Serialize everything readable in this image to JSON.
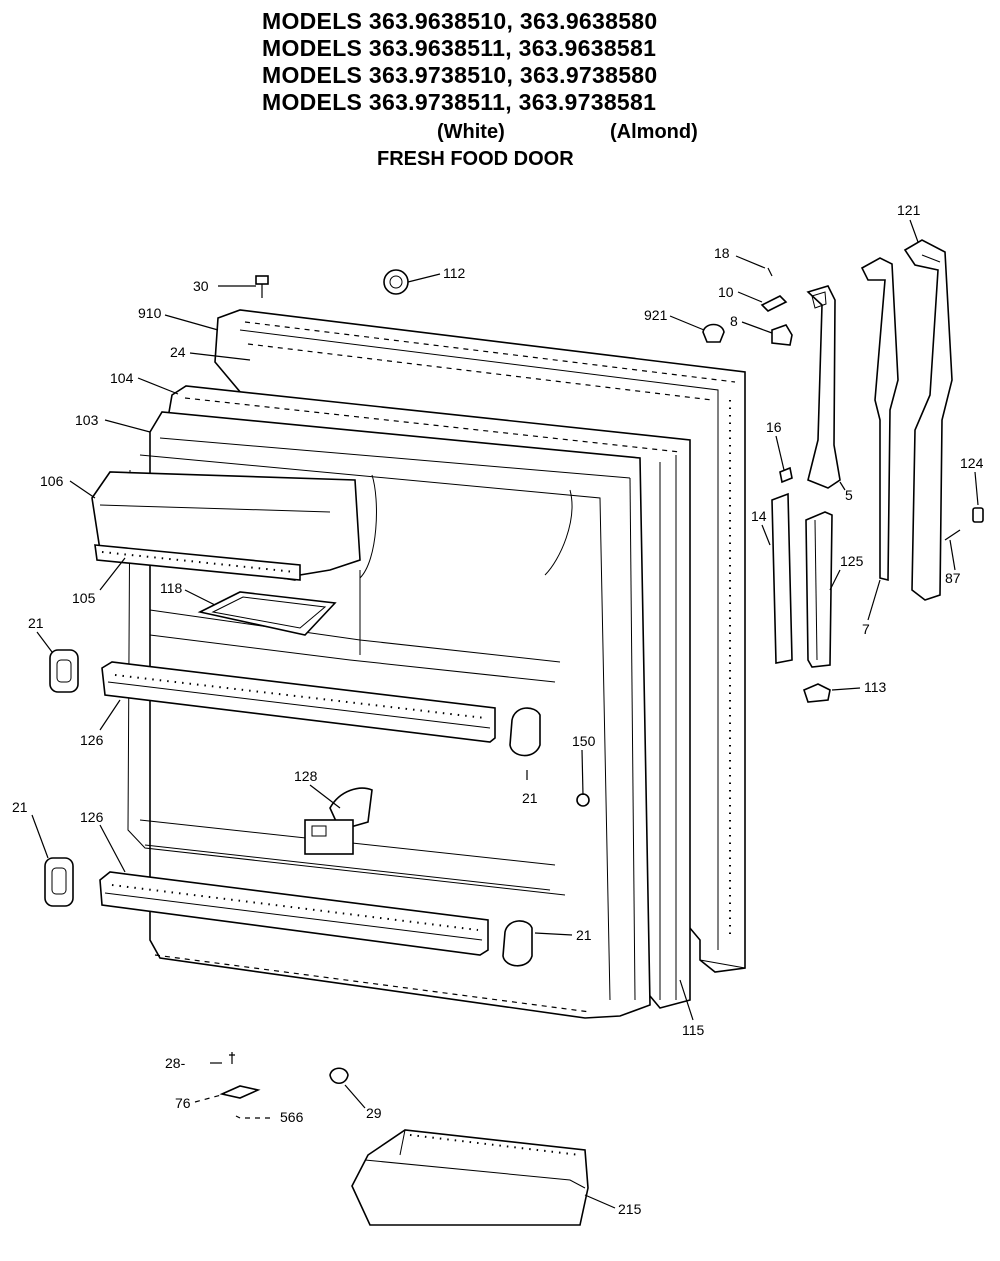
{
  "header": {
    "model_lines": [
      "MODELS 363.9638510, 363.9638580",
      "MODELS 363.9638511, 363.9638581",
      "MODELS 363.9738510, 363.9738580",
      "MODELS 363.9738511, 363.9738581"
    ],
    "color_white": "(White)",
    "color_almond": "(Almond)",
    "section_title": "FRESH FOOD DOOR"
  },
  "callouts": {
    "c30": "30",
    "c112": "112",
    "c910": "910",
    "c24": "24",
    "c104": "104",
    "c103": "103",
    "c106": "106",
    "c105": "105",
    "c118": "118",
    "c21a": "21",
    "c126a": "126",
    "c21b": "21",
    "c126b": "126",
    "c128": "128",
    "c21c": "21",
    "c150": "150",
    "c21d": "21",
    "c115": "115",
    "c18": "18",
    "c10": "10",
    "c921": "921",
    "c8": "8",
    "c16": "16",
    "c5": "5",
    "c14": "14",
    "c125": "125",
    "c121": "121",
    "c124": "124",
    "c87": "87",
    "c7": "7",
    "c113": "113",
    "c28": "28-",
    "c76": "76",
    "c566": "566",
    "c29": "29",
    "c215": "215"
  }
}
